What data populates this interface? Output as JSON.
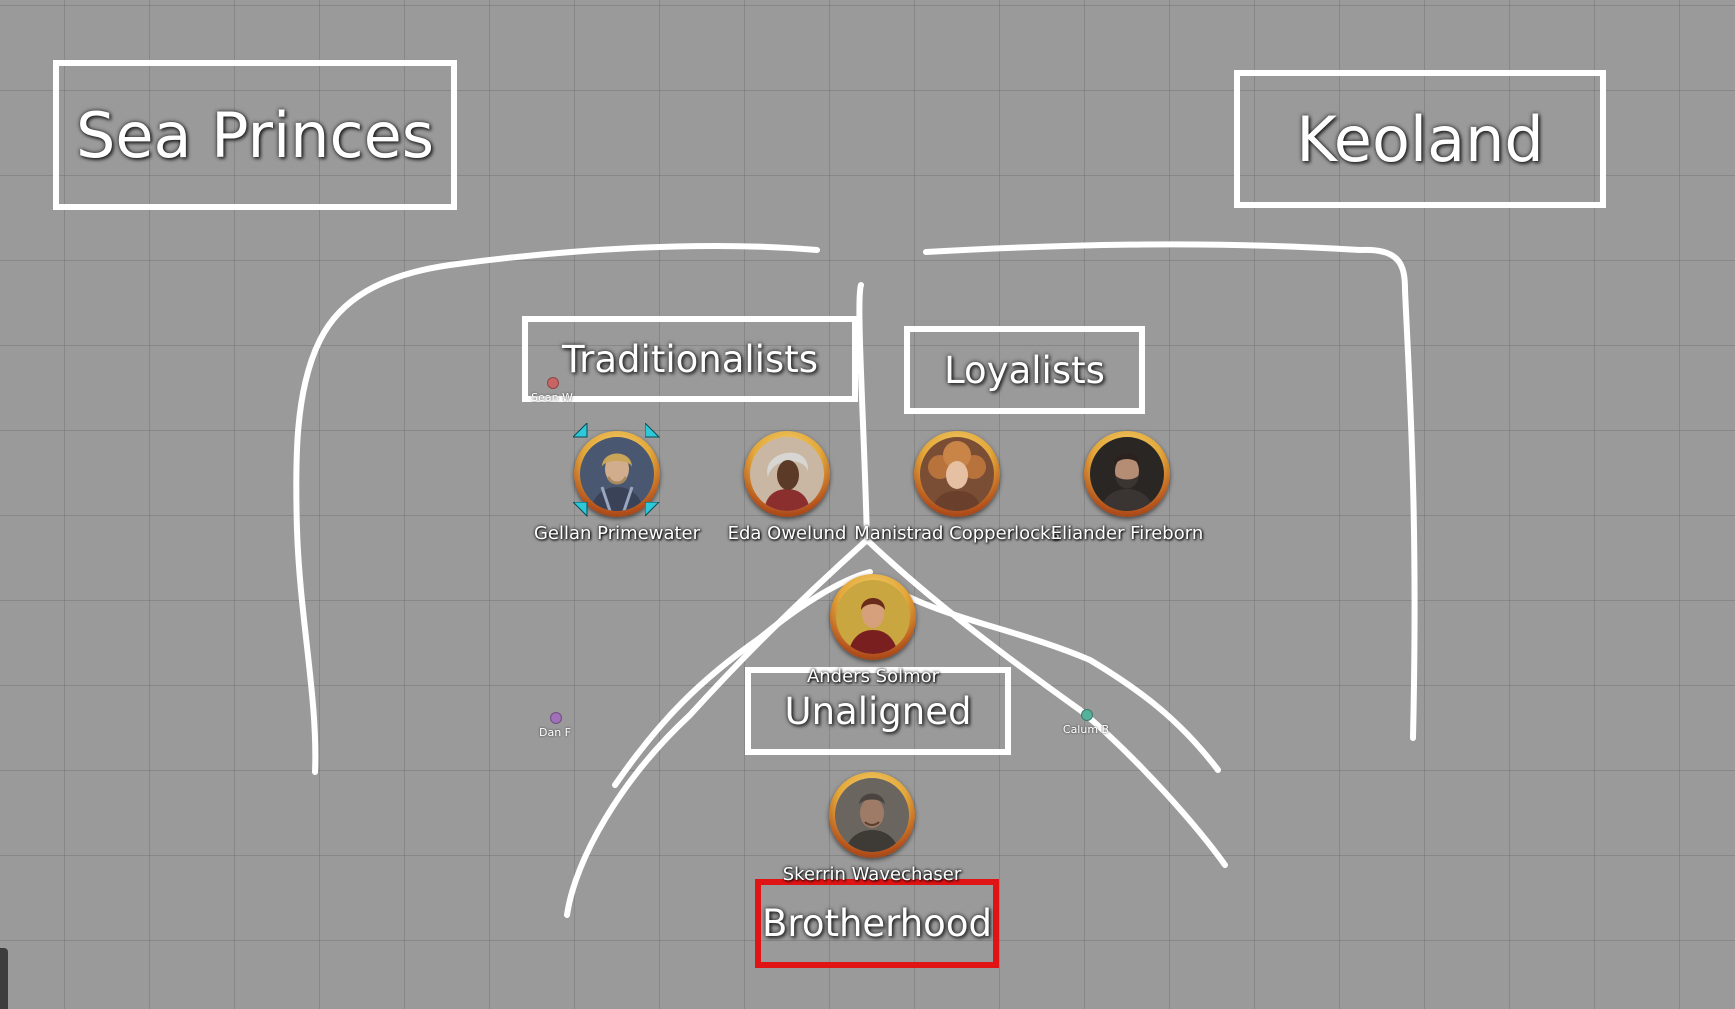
{
  "canvas": {
    "background_color": "#9a9a9a",
    "grid_color": "#787878"
  },
  "labels": {
    "sea_princes": "Sea Princes",
    "keoland": "Keoland",
    "traditionalists": "Traditionalists",
    "loyalists": "Loyalists",
    "unaligned": "Unaligned",
    "brotherhood": "Brotherhood"
  },
  "label_colors": {
    "default_border": "#ffffff",
    "brotherhood_border": "#e01414"
  },
  "tokens": [
    {
      "name": "Gellan Primewater",
      "selected": true,
      "icon": "portrait-blond-knight"
    },
    {
      "name": "Eda Owelund",
      "selected": false,
      "icon": "portrait-grey-haired-woman"
    },
    {
      "name": "Manistrad Copperlocks",
      "selected": false,
      "icon": "portrait-curly-haired-woman"
    },
    {
      "name": "Eliander Fireborn",
      "selected": false,
      "icon": "portrait-bearded-man"
    },
    {
      "name": "Anders Solmor",
      "selected": false,
      "icon": "portrait-red-cloaked-figure"
    },
    {
      "name": "Skerrin Wavechaser",
      "selected": false,
      "icon": "portrait-weathered-man"
    }
  ],
  "player_pointers": [
    {
      "name": "Sean W",
      "color": "#c86464"
    },
    {
      "name": "Dan F",
      "color": "#a070b8"
    },
    {
      "name": "Calum B",
      "color": "#56b09a"
    }
  ],
  "selection_color": "#2ec8d8"
}
